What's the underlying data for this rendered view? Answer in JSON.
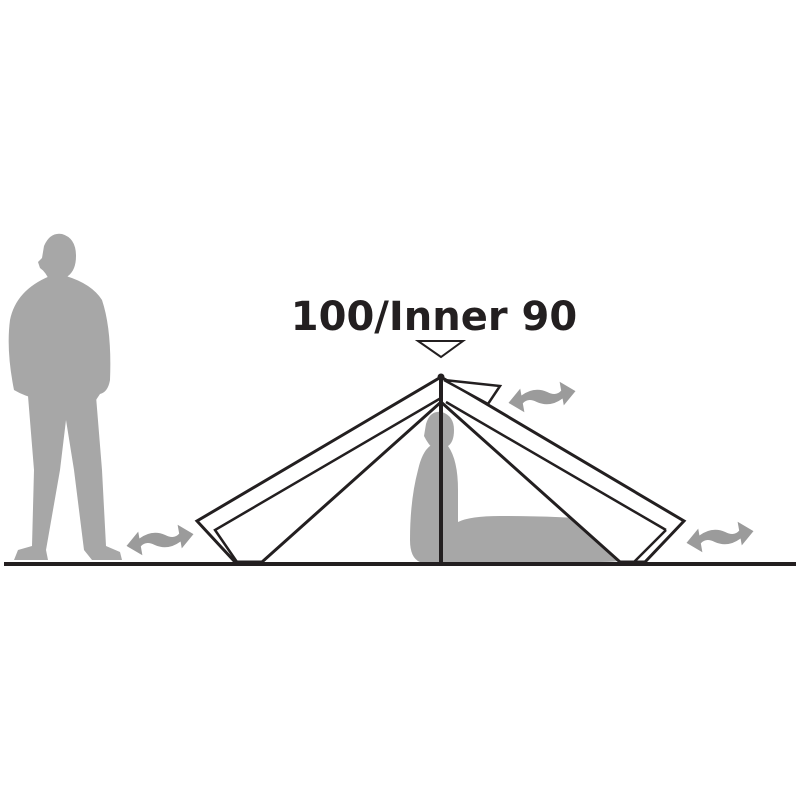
{
  "diagram": {
    "height_label": "100/Inner 90",
    "colors": {
      "line": "#231f20",
      "figure": "#a7a7a7",
      "arrow": "#9b9b9b",
      "background": "#ffffff"
    },
    "elements": [
      "standing-person",
      "tent-outer",
      "tent-inner",
      "center-pole",
      "sitting-person",
      "ventilation-arrows",
      "ground-line"
    ]
  }
}
